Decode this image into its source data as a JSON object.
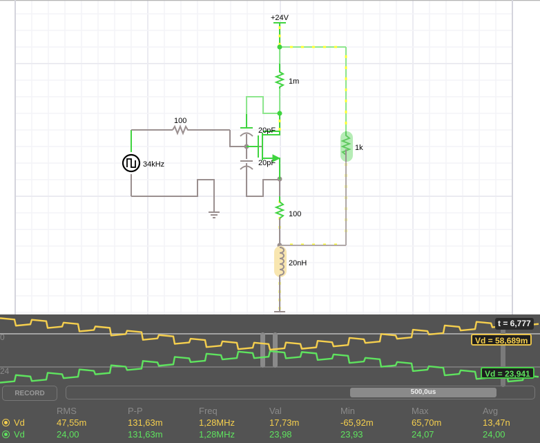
{
  "circuit": {
    "supply_label": "+24V",
    "source_label": "34kHz",
    "components": {
      "r_gate": "100",
      "r_top": "1m",
      "c_top": "20pF",
      "c_bottom": "20pF",
      "r_right": "1k",
      "r_bottom": "100",
      "inductor": "20nH"
    }
  },
  "scope": {
    "axis_labels": {
      "upper": "0",
      "lower": "24"
    },
    "record_label": "RECORD",
    "timebase_label": "500,0us",
    "cursor": {
      "time": "t = 6,777",
      "trace1_value": "Vd = 58,689m",
      "trace2_value": "Vd = 23,941"
    },
    "trace_colors": {
      "trace1": "#f5cf4e",
      "trace2": "#5fe35f"
    }
  },
  "measurements": {
    "headers": [
      "RMS",
      "P-P",
      "Freq",
      "Val",
      "Min",
      "Max",
      "Avg"
    ],
    "rows": [
      {
        "name": "Vd",
        "color": "yellow",
        "values": [
          "47,55m",
          "131,63m",
          "1,28MHz",
          "17,73m",
          "-65,92m",
          "65,70m",
          "13,47n"
        ]
      },
      {
        "name": "Vd",
        "color": "green",
        "values": [
          "24,00",
          "131,63m",
          "1,28MHz",
          "23,98",
          "23,93",
          "24,07",
          "24,00"
        ]
      }
    ]
  }
}
